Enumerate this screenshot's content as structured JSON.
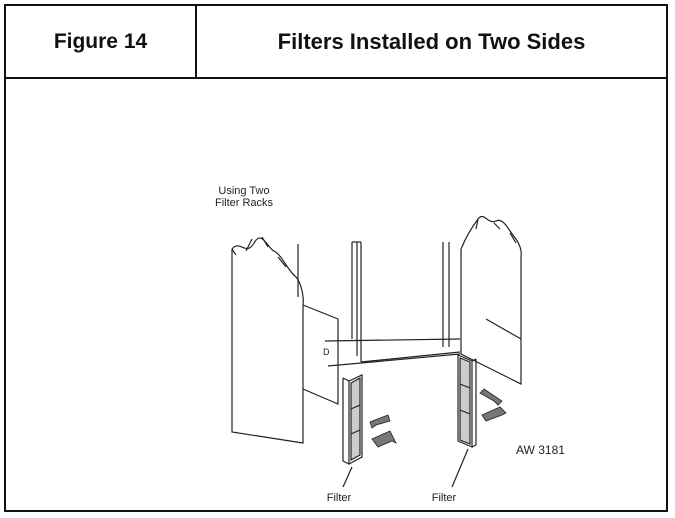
{
  "header": {
    "figure_label": "Figure 14",
    "title": "Filters Installed on Two Sides"
  },
  "diagram": {
    "caption_line1": "Using Two",
    "caption_line2": "Filter Racks",
    "door_label": "D",
    "left_filter_label": "Filter",
    "right_filter_label": "Filter",
    "drawing_code": "AW 3181"
  }
}
